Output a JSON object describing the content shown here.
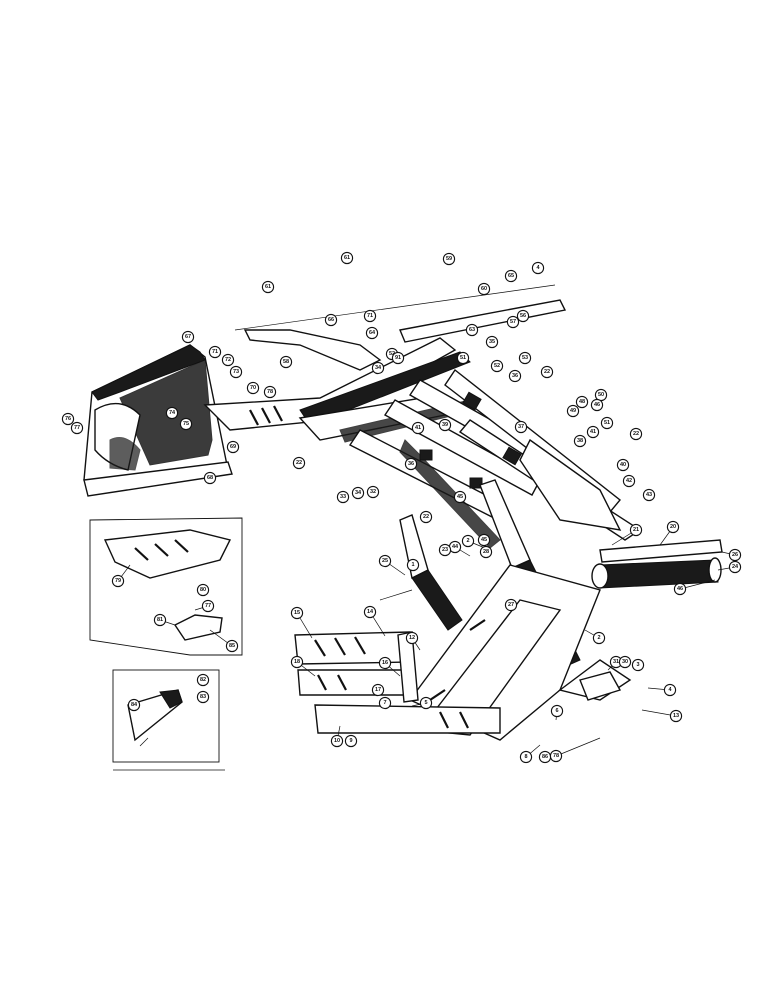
{
  "diagram": {
    "part_numbers": [
      "61",
      "60",
      "59",
      "65",
      "4",
      "61",
      "66",
      "71",
      "64",
      "63",
      "35",
      "57",
      "56",
      "58",
      "52",
      "91",
      "34",
      "51",
      "53",
      "52",
      "67",
      "71",
      "72",
      "73",
      "78",
      "74",
      "75",
      "68",
      "69",
      "70",
      "76",
      "77",
      "22",
      "33",
      "34",
      "32",
      "22",
      "36",
      "39",
      "45",
      "22",
      "36",
      "41",
      "48",
      "49",
      "50",
      "46",
      "51",
      "37",
      "38",
      "41",
      "22",
      "40",
      "42",
      "43",
      "20",
      "21",
      "25",
      "26",
      "24",
      "46",
      "2",
      "44",
      "45",
      "28",
      "27",
      "1",
      "2",
      "23",
      "31",
      "30",
      "3",
      "4",
      "13",
      "15",
      "14",
      "12",
      "18",
      "16",
      "17",
      "7",
      "5",
      "6",
      "10",
      "9",
      "8",
      "86",
      "78",
      "79",
      "80",
      "77",
      "81",
      "85",
      "84",
      "82",
      "83"
    ]
  }
}
